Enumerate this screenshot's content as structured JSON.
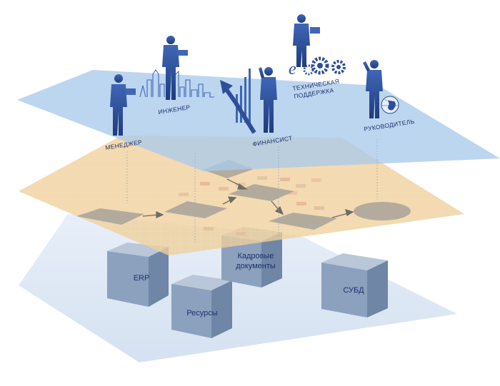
{
  "roles": {
    "manager": "МЕНЕДЖЕР",
    "engineer": "ИНЖЕНЕР",
    "financier": "ФИНАНСИСТ",
    "tech_support_line1": "ТЕХНИЧЕСКАЯ",
    "tech_support_line2": "ПОДДЕРЖКА",
    "director": "РУКОВОДИТЕЛЬ"
  },
  "systems": {
    "erp": "ERP",
    "hr_line1": "Кадровые",
    "hr_line2": "документы",
    "resources": "Ресурсы",
    "dbms": "СУБД"
  },
  "colors": {
    "top_layer": "#a9cbea",
    "middle_layer": "#f0cf9a",
    "bottom_layer": "#dfe9f6",
    "figure": "#2e4f98",
    "cube_front": "#8ba1be",
    "cube_top": "#b9c7d8",
    "cube_side": "#6f86a6",
    "process_shape": "#a7a39a"
  }
}
